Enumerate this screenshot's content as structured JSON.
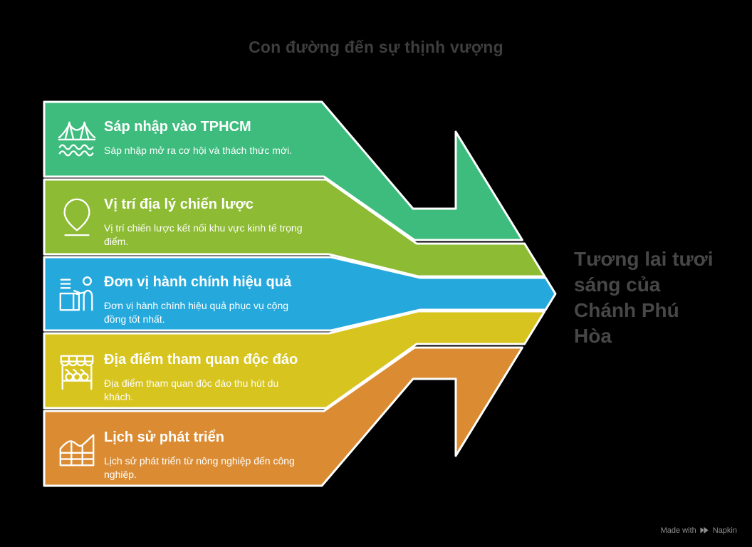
{
  "title": "Con đường đến sự thịnh vượng",
  "headline": {
    "full_text": "Tương lai tươi sáng của Chánh Phú Hòa",
    "lines": [
      "Tương lai tươi",
      "sáng của",
      "Chánh Phú",
      "Hòa"
    ]
  },
  "bands": [
    {
      "title": "Sáp nhập vào TPHCM",
      "desc": [
        "Sáp nhập mở ra cơ hội và thách thức mới.",
        ""
      ],
      "color": "#3DBC7D",
      "icon": "bridge-icon"
    },
    {
      "title": "Vị trí địa lý chiến lược",
      "desc": [
        "Vị trí chiến lược kết nối khu vực kinh tế trọng",
        "điểm."
      ],
      "color": "#8DBB33",
      "icon": "location-pin-icon"
    },
    {
      "title": "Đơn vị hành chính hiệu quả",
      "desc": [
        "Đơn vị hành chính hiệu quả phục vụ cộng",
        "đồng tốt nhất."
      ],
      "color": "#25A9DC",
      "icon": "reception-desk-icon"
    },
    {
      "title": "Địa điểm tham quan độc đáo",
      "desc": [
        "Địa điểm tham quan độc đáo thu hút du",
        "khách."
      ],
      "color": "#D7C41E",
      "icon": "market-stall-icon"
    },
    {
      "title": "Lịch sử phát triển",
      "desc": [
        "Lịch sử phát triển từ nông nghiệp đến công",
        "nghiệp."
      ],
      "color": "#DB8C33",
      "icon": "field-grid-icon"
    }
  ],
  "footer": {
    "made_with": "Made with",
    "brand": "Napkin"
  },
  "colors": {
    "background": "#000000",
    "title_text": "#3e3e3e",
    "headline_text": "#474747",
    "band_text": "#ffffff",
    "outline": "#ffffff",
    "footer_text": "#8f8f8f"
  }
}
